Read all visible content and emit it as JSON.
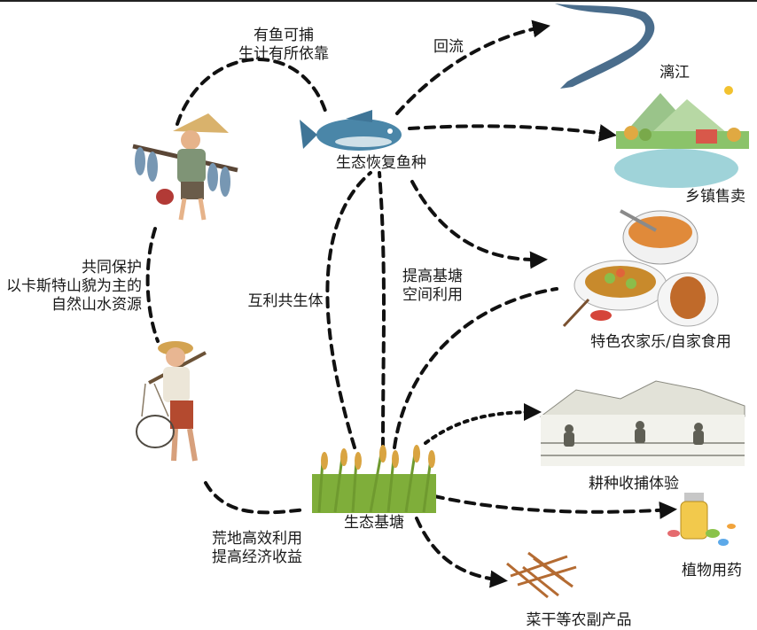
{
  "nodes": {
    "fisherman": {
      "icon": "fisherman-with-fish-icon"
    },
    "fish": {
      "label": "生态恢复鱼种",
      "icon": "fish-icon"
    },
    "farmer": {
      "icon": "farmer-with-basket-icon"
    },
    "pond": {
      "label": "生态基塘",
      "icon": "rice-grass-icon"
    },
    "river": {
      "label": "漓江",
      "icon": "river-icon"
    },
    "town": {
      "label": "乡镇售卖",
      "icon": "town-landscape-icon"
    },
    "farmhouse_food": {
      "label": "特色农家乐/自家食用",
      "icon": "food-dishes-icon"
    },
    "farming_experience": {
      "label": "耕种收捕体验",
      "icon": "farming-scene-icon"
    },
    "medicine": {
      "label": "植物用药",
      "icon": "medicine-bottle-icon"
    },
    "dried_products": {
      "label": "菜干等农副产品",
      "icon": "dried-vegetables-icon"
    }
  },
  "edge_labels": {
    "fisher_to_fish": [
      "有鱼可捕",
      "生计有所依靠"
    ],
    "fish_to_river": "回流",
    "fisher_to_farmer": [
      "共同保护",
      "以卡斯特山貌为主的",
      "自然山水资源"
    ],
    "center": "互利共生体",
    "pond_to_fish": [
      "提高基塘",
      "空间利用"
    ],
    "farmer_to_pond": [
      "荒地高效利用",
      "提高经济收益"
    ]
  },
  "colors": {
    "arrow": "#111111",
    "fish_body": "#4a86a8",
    "river": "#4a6d8c",
    "grass": "#7fae3a",
    "grain": "#d9a441"
  }
}
